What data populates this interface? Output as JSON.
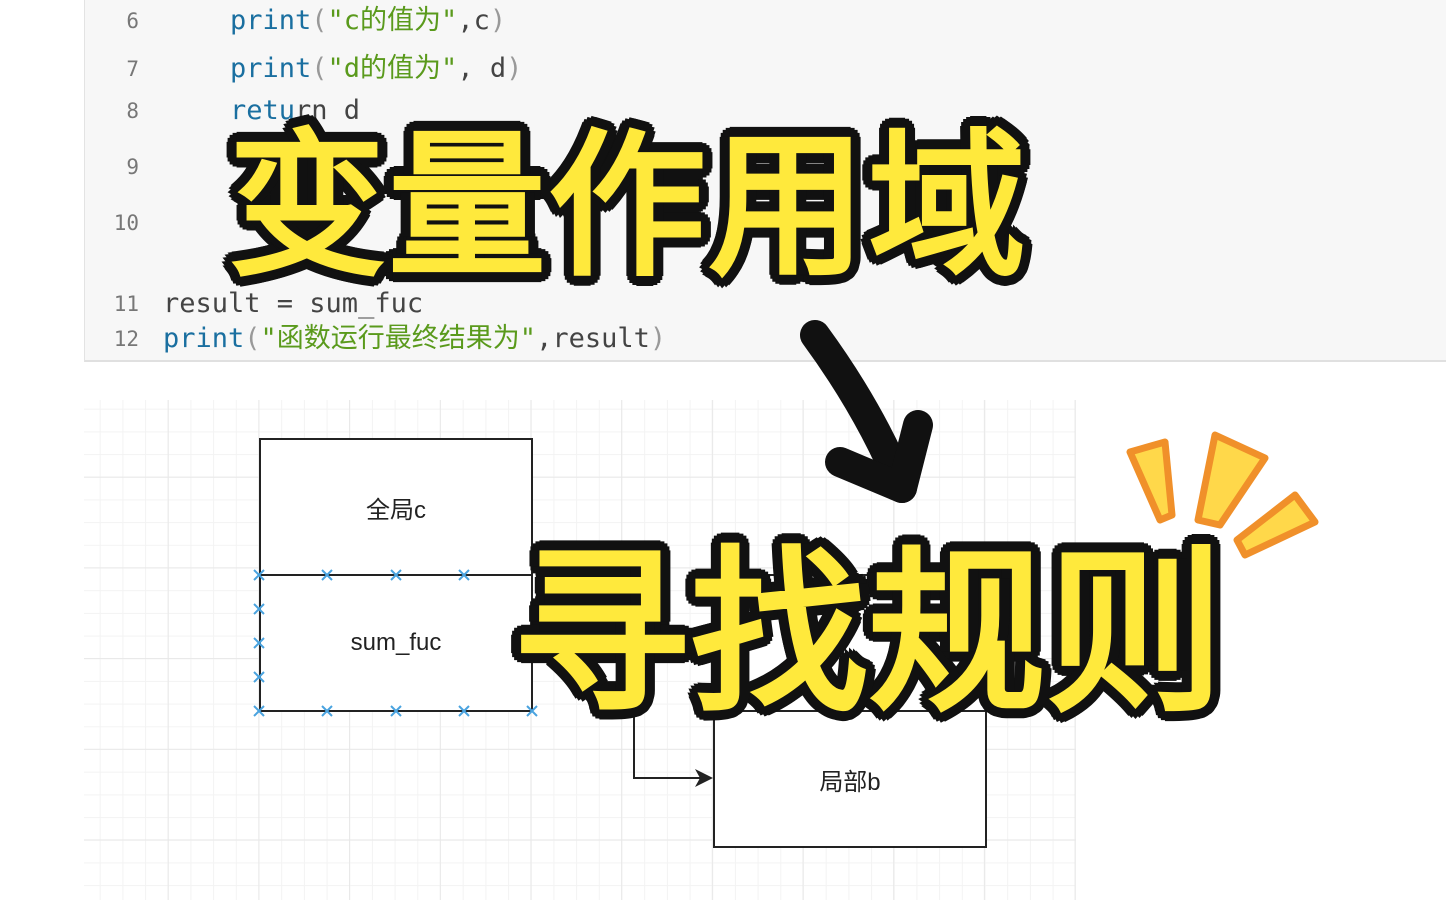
{
  "code": {
    "lines": [
      {
        "num": "6",
        "parts": [
          {
            "t": "print",
            "c": "kw"
          },
          {
            "t": "(",
            "c": "pn"
          },
          {
            "t": "\"c的值为\"",
            "c": "str"
          },
          {
            "t": ",c",
            "c": "pl"
          },
          {
            "t": ")",
            "c": "pn"
          }
        ]
      },
      {
        "num": "7",
        "parts": [
          {
            "t": "print",
            "c": "kw"
          },
          {
            "t": "(",
            "c": "pn"
          },
          {
            "t": "\"d的值为\"",
            "c": "str"
          },
          {
            "t": ", d",
            "c": "pl"
          },
          {
            "t": ")",
            "c": "pn"
          }
        ]
      },
      {
        "num": "8",
        "parts": [
          {
            "t": "retu",
            "c": "kw"
          },
          {
            "t": "rn d",
            "c": "pl"
          }
        ]
      },
      {
        "num": "9",
        "parts": []
      },
      {
        "num": "10",
        "parts": []
      },
      {
        "num": "11",
        "parts": [
          {
            "t": "result = sum_fuc",
            "c": "pl"
          }
        ]
      },
      {
        "num": "12",
        "parts": [
          {
            "t": "print",
            "c": "kw"
          },
          {
            "t": "(",
            "c": "pn"
          },
          {
            "t": "\"函数运行最终结果为\"",
            "c": "str"
          },
          {
            "t": ",result",
            "c": "pl"
          },
          {
            "t": ")",
            "c": "pn"
          }
        ]
      }
    ]
  },
  "diagram": {
    "global_box": "全局c",
    "function_box": "sum_fuc",
    "local_box": "局部b"
  },
  "titles": {
    "main": "变量作用域",
    "sub": "寻找规则"
  },
  "colors": {
    "title_fill": "#ffe93c",
    "keyword": "#1a6fa0",
    "string": "#5a9a1c",
    "handle": "#4aa3df"
  }
}
